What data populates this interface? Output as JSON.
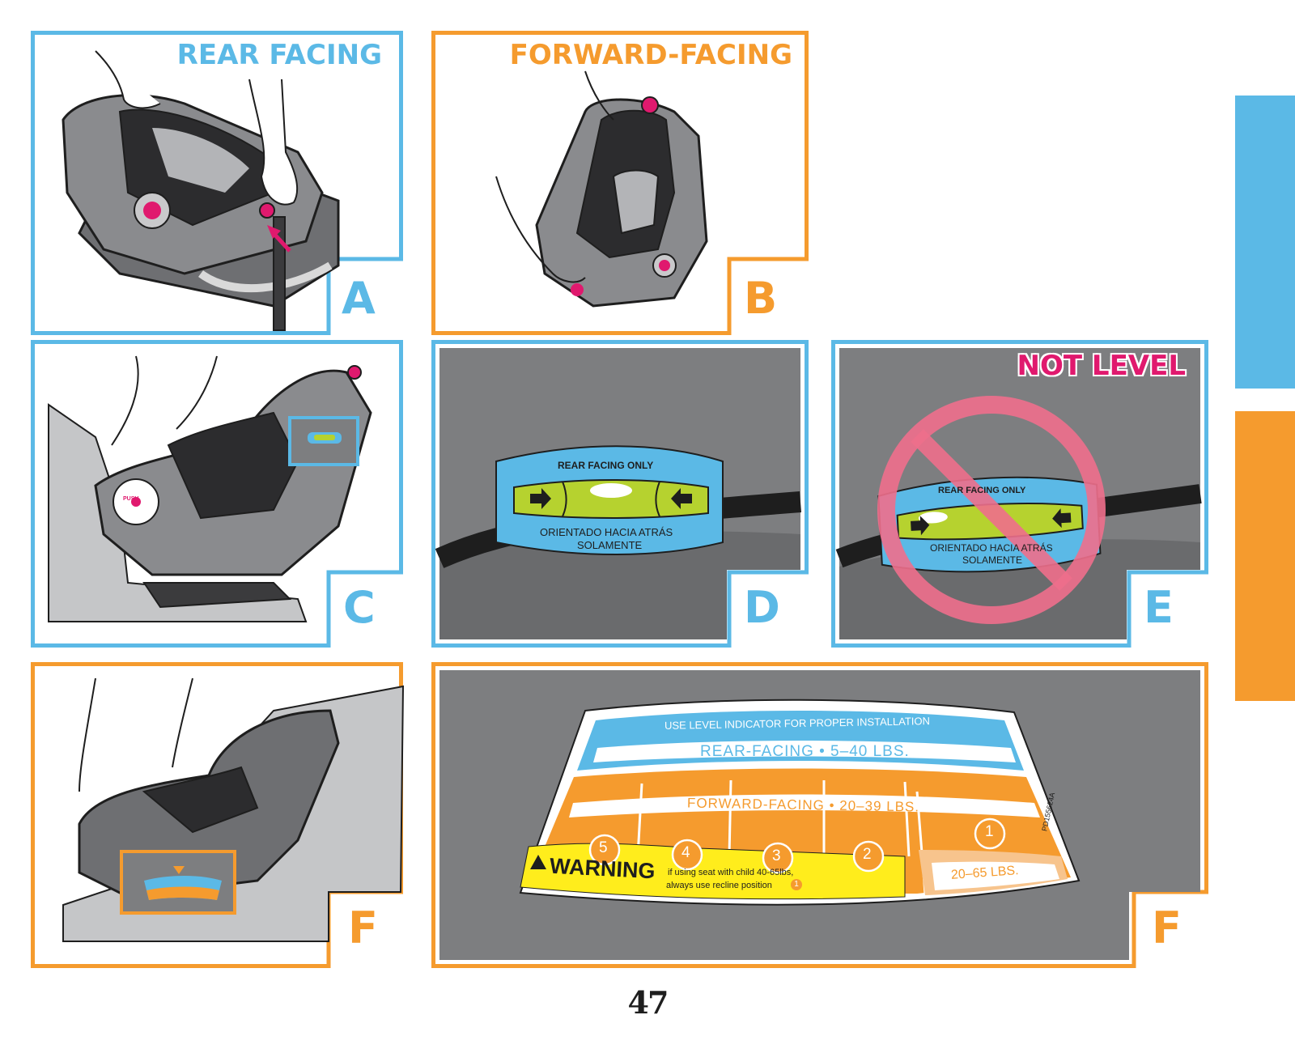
{
  "colors": {
    "blue": "#5bb9e6",
    "orange": "#f59b2e",
    "magenta": "#e0196e",
    "gray_bg": "#7d7e80",
    "lime": "#b6d22f"
  },
  "panels": {
    "a": {
      "heading": "REAR FACING",
      "letter": "A"
    },
    "b": {
      "heading": "FORWARD-FACING",
      "letter": "B"
    },
    "c": {
      "letter": "C",
      "button_text": "PUSH"
    },
    "d": {
      "letter": "D",
      "indicator_top": "REAR FACING ONLY",
      "indicator_bottom_1": "ORIENTADO HACIA ATRÁS",
      "indicator_bottom_2": "SOLAMENTE"
    },
    "e": {
      "letter": "E",
      "heading": "NOT LEVEL",
      "indicator_top": "REAR FACING ONLY",
      "indicator_bottom_1": "ORIENTADO HACIA ATRÁS",
      "indicator_bottom_2": "SOLAMENTE"
    },
    "f_small": {
      "letter": "F"
    },
    "f_large": {
      "letter": "F",
      "label_title": "USE LEVEL INDICATOR FOR PROPER INSTALLATION",
      "rear_text": "REAR-FACING • 5–40 LBS.",
      "forward_text": "FORWARD-FACING • 20–39 LBS.",
      "positions": [
        "5",
        "4",
        "3",
        "2",
        "1"
      ],
      "range_text": "20–65 LBS.",
      "warning_word": "WARNING",
      "warning_line_1": "if using seat with child 40-65lbs,",
      "warning_line_2": "always use recline position",
      "warning_position": "1",
      "part_number": "PD155624A"
    }
  },
  "page_number": "47"
}
